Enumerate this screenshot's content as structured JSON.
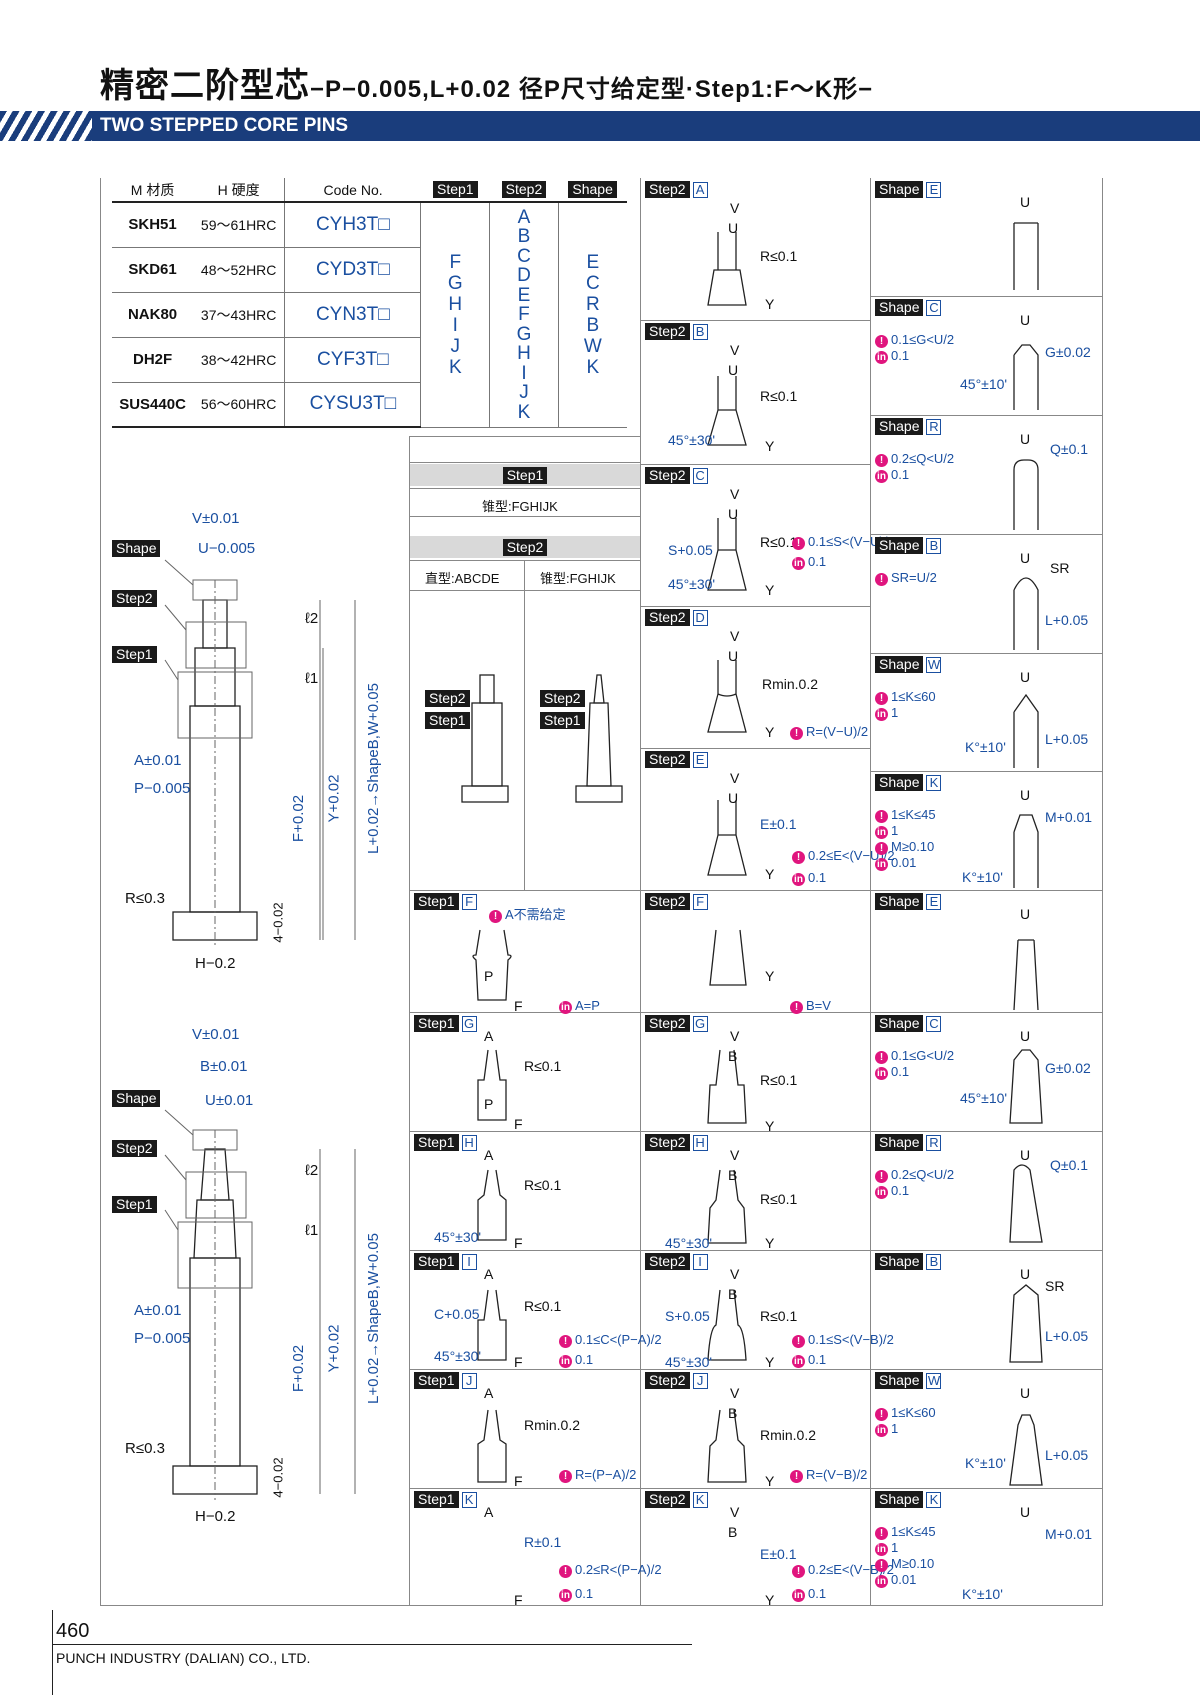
{
  "header": {
    "title_cn": "精密二阶型芯",
    "title_sub": "−P−0.005,L+0.02 径P尺寸给定型·Step1:F～K形−",
    "title_en": "TWO STEPPED CORE PINS"
  },
  "spec_table": {
    "headers": [
      "M 材质",
      "H 硬度",
      "Code No.",
      "Step1",
      "Step2",
      "Shape"
    ],
    "rows": [
      {
        "material": "SKH51",
        "hardness": "59～61HRC",
        "code": "CYH3T□"
      },
      {
        "material": "SKD61",
        "hardness": "48～52HRC",
        "code": "CYD3T□"
      },
      {
        "material": "NAK80",
        "hardness": "37～43HRC",
        "code": "CYN3T□"
      },
      {
        "material": "DH2F",
        "hardness": "38～42HRC",
        "code": "CYF3T□"
      },
      {
        "material": "SUS440C",
        "hardness": "56～60HRC",
        "code": "CYSU3T□"
      }
    ],
    "step1": [
      "F",
      "G",
      "H",
      "I",
      "J",
      "K"
    ],
    "step2": [
      "A",
      "B",
      "C",
      "D",
      "E",
      "F",
      "G",
      "H",
      "I",
      "J",
      "K"
    ],
    "shape": [
      "E",
      "C",
      "R",
      "B",
      "W",
      "K"
    ]
  },
  "middle": {
    "step1_title": "Step1",
    "step1_text": "锥型:FGHIJK",
    "step2_title": "Step2",
    "step2_left": "直型:ABCDE",
    "step2_right": "锥型:FGHIJK",
    "tag_step1": "Step1",
    "tag_step2": "Step2"
  },
  "drawings": {
    "shape_tag": "Shape",
    "step2_tag": "Step2",
    "step1_tag": "Step1",
    "top": {
      "V": "V±0.01",
      "U": "U−0.005",
      "A": "A±0.01",
      "P": "P−0.005",
      "R": "R≤0.3",
      "H": "H−0.2",
      "F": "F+0.02",
      "Y": "Y+0.02",
      "L": "L+0.02→ShapeB,W+0.05",
      "l2": "ℓ2",
      "l1": "ℓ1",
      "t": "4−0.02"
    },
    "bottom": {
      "V": "V±0.01",
      "B": "B±0.01",
      "U": "U±0.01",
      "A": "A±0.01",
      "P": "P−0.005",
      "R": "R≤0.3",
      "H": "H−0.2",
      "F": "F+0.02",
      "Y": "Y+0.02",
      "L": "L+0.02→ShapeB,W+0.05",
      "l2": "ℓ2",
      "l1": "ℓ1",
      "t": "4−0.02"
    }
  },
  "cells": {
    "s2A": {
      "tag": "Step2",
      "letter": "A",
      "labels": [
        "V",
        "U",
        "R≤0.1",
        "Y"
      ]
    },
    "s2B": {
      "tag": "Step2",
      "letter": "B",
      "labels": [
        "V",
        "U",
        "R≤0.1",
        "45°±30'",
        "Y"
      ]
    },
    "s2C": {
      "tag": "Step2",
      "letter": "C",
      "labels": [
        "V",
        "U",
        "R≤0.1",
        "S+0.05",
        "45°±30'",
        "Y"
      ],
      "notes": [
        "0.1≤S<(V−U)/2",
        "0.1"
      ]
    },
    "s2D": {
      "tag": "Step2",
      "letter": "D",
      "labels": [
        "V",
        "U",
        "Rmin.0.2",
        "Y"
      ],
      "notes": [
        "R=(V−U)/2"
      ]
    },
    "s2E": {
      "tag": "Step2",
      "letter": "E",
      "labels": [
        "V",
        "U",
        "E±0.1",
        "Y"
      ],
      "notes": [
        "0.2≤E<(V−U)/2",
        "0.1"
      ]
    },
    "shE": {
      "tag": "Shape",
      "letter": "E",
      "labels": [
        "U"
      ]
    },
    "shC": {
      "tag": "Shape",
      "letter": "C",
      "labels": [
        "U",
        "45°±10'",
        "G±0.02"
      ],
      "notes": [
        "0.1≤G<U/2",
        "0.1"
      ]
    },
    "shR": {
      "tag": "Shape",
      "letter": "R",
      "labels": [
        "U",
        "Q±0.1"
      ],
      "notes": [
        "0.2≤Q<U/2",
        "0.1"
      ]
    },
    "shB": {
      "tag": "Shape",
      "letter": "B",
      "labels": [
        "U",
        "SR",
        "L+0.05"
      ],
      "notes": [
        "SR=U/2"
      ]
    },
    "shW": {
      "tag": "Shape",
      "letter": "W",
      "labels": [
        "U",
        "K°±10'",
        "L+0.05"
      ],
      "notes": [
        "1≤K≤60",
        "1"
      ]
    },
    "shK": {
      "tag": "Shape",
      "letter": "K",
      "labels": [
        "U",
        "M+0.01",
        "K°±10'"
      ],
      "notes": [
        "1≤K≤45",
        "1",
        "M≥0.10",
        "0.01"
      ]
    },
    "s1F": {
      "tag": "Step1",
      "letter": "F",
      "labels": [
        "P",
        "F"
      ],
      "notes": [
        "A不需给定",
        "A=P"
      ]
    },
    "s2F": {
      "tag": "Step2",
      "letter": "F",
      "labels": [
        "Y"
      ],
      "notes": [
        "B=V"
      ]
    },
    "shE2": {
      "tag": "Shape",
      "letter": "E",
      "labels": [
        "U"
      ]
    },
    "s1G": {
      "tag": "Step1",
      "letter": "G",
      "labels": [
        "A",
        "R≤0.1",
        "P",
        "F"
      ]
    },
    "s2G": {
      "tag": "Step2",
      "letter": "G",
      "labels": [
        "V",
        "B",
        "R≤0.1",
        "Y"
      ]
    },
    "shC2": {
      "tag": "Shape",
      "letter": "C",
      "labels": [
        "U",
        "45°±10'",
        "G±0.02"
      ],
      "notes": [
        "0.1≤G<U/2",
        "0.1"
      ]
    },
    "s1H": {
      "tag": "Step1",
      "letter": "H",
      "labels": [
        "A",
        "R≤0.1",
        "45°±30'",
        "F"
      ]
    },
    "s2H": {
      "tag": "Step2",
      "letter": "H",
      "labels": [
        "V",
        "B",
        "R≤0.1",
        "45°±30'",
        "Y"
      ]
    },
    "shR2": {
      "tag": "Shape",
      "letter": "R",
      "labels": [
        "U",
        "Q±0.1"
      ],
      "notes": [
        "0.2≤Q<U/2",
        "0.1"
      ]
    },
    "s1I": {
      "tag": "Step1",
      "letter": "I",
      "labels": [
        "A",
        "R≤0.1",
        "C+0.05",
        "45°±30'",
        "F"
      ],
      "notes": [
        "0.1≤C<(P−A)/2",
        "0.1"
      ]
    },
    "s2I": {
      "tag": "Step2",
      "letter": "I",
      "labels": [
        "V",
        "B",
        "R≤0.1",
        "S+0.05",
        "45°±30'",
        "Y"
      ],
      "notes": [
        "0.1≤S<(V−B)/2",
        "0.1"
      ]
    },
    "shB2": {
      "tag": "Shape",
      "letter": "B",
      "labels": [
        "U",
        "SR",
        "L+0.05"
      ]
    },
    "s1J": {
      "tag": "Step1",
      "letter": "J",
      "labels": [
        "A",
        "Rmin.0.2",
        "F"
      ],
      "notes": [
        "R=(P−A)/2"
      ]
    },
    "s2J": {
      "tag": "Step2",
      "letter": "J",
      "labels": [
        "V",
        "B",
        "Rmin.0.2",
        "Y"
      ],
      "notes": [
        "R=(V−B)/2"
      ]
    },
    "shW2": {
      "tag": "Shape",
      "letter": "W",
      "labels": [
        "U",
        "K°±10'",
        "L+0.05"
      ],
      "notes": [
        "1≤K≤60",
        "1"
      ]
    },
    "s1K": {
      "tag": "Step1",
      "letter": "K",
      "labels": [
        "A",
        "R±0.1",
        "F"
      ],
      "notes": [
        "0.2≤R<(P−A)/2",
        "0.1"
      ]
    },
    "s2K": {
      "tag": "Step2",
      "letter": "K",
      "labels": [
        "V",
        "B",
        "E±0.1",
        "Y"
      ],
      "notes": [
        "0.2≤E<(V−B)/2",
        "0.1"
      ]
    },
    "shK2": {
      "tag": "Shape",
      "letter": "K",
      "labels": [
        "U",
        "M+0.01",
        "K°±10'"
      ],
      "notes": [
        "1≤K≤45",
        "1",
        "M≥0.10",
        "0.01"
      ]
    }
  },
  "footer": {
    "page": "460",
    "company": "PUNCH INDUSTRY (DALIAN) CO., LTD."
  }
}
